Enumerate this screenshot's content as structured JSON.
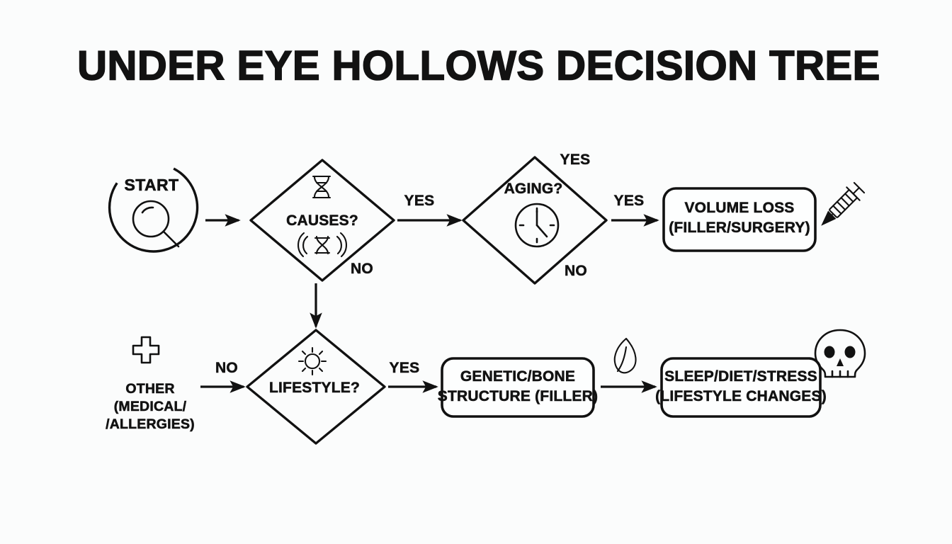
{
  "page": {
    "title": "UNDER EYE HOLLOWS DECISION TREE",
    "background_color": "#fbfcfc",
    "ink_color": "#111111"
  },
  "diagram": {
    "type": "flowchart-decision-tree",
    "nodes": [
      {
        "id": "start",
        "shape": "circle",
        "label": "START",
        "icon": "magnifier-icon",
        "label_position": "top-edge-break"
      },
      {
        "id": "causes",
        "shape": "diamond",
        "label": "CAUSES?",
        "icons": [
          "dna-helix-icon",
          "dna-radiating-icon"
        ]
      },
      {
        "id": "aging",
        "shape": "diamond",
        "label": "AGING?",
        "icons": [
          "clock-icon"
        ]
      },
      {
        "id": "volume_loss",
        "shape": "rounded-rect",
        "lines": [
          "VOLUME LOSS",
          "(FILLER/SURGERY)"
        ],
        "icons": [
          "syringe-icon"
        ]
      },
      {
        "id": "other",
        "shape": "text-only",
        "lines": [
          "OTHER",
          "(MEDICAL/",
          "/ALLERGIES)"
        ],
        "icons": [
          "medical-cross-icon"
        ]
      },
      {
        "id": "lifestyle",
        "shape": "diamond",
        "label": "LIFESTYLE?",
        "icons": [
          "sun-icon"
        ]
      },
      {
        "id": "genetic_bone",
        "shape": "rounded-rect",
        "lines": [
          "GENETIC/BONE",
          "STRUCTURE (FILLER)"
        ],
        "icons": []
      },
      {
        "id": "sleep_diet_stress",
        "shape": "rounded-rect",
        "lines": [
          "SLEEP/DIET/STRESS",
          "(LIFESTYLE CHANGES)"
        ],
        "icons": [
          "leaf-icon",
          "skull-icon"
        ]
      }
    ],
    "edges": [
      {
        "from": "start",
        "to": "causes",
        "label": ""
      },
      {
        "from": "causes",
        "to": "aging",
        "label": "YES"
      },
      {
        "from": "causes",
        "to": "lifestyle",
        "label": "NO"
      },
      {
        "from": "aging",
        "to": "volume_loss",
        "label": "YES"
      },
      {
        "from": "other",
        "to": "lifestyle",
        "label": "NO"
      },
      {
        "from": "lifestyle",
        "to": "genetic_bone",
        "label": "YES"
      },
      {
        "from": "genetic_bone",
        "to": "sleep_diet_stress",
        "label": ""
      }
    ],
    "standalone_labels": [
      {
        "id": "aging_yes_above",
        "text": "YES"
      },
      {
        "id": "aging_no_below",
        "text": "NO"
      }
    ]
  }
}
